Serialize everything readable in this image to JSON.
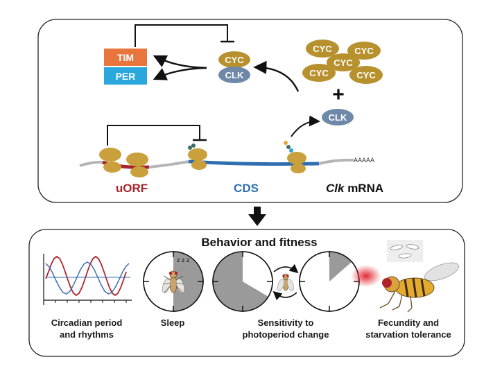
{
  "top_panel": {
    "proteins": {
      "tim": "TIM",
      "per": "PER",
      "cyc": "CYC",
      "clk": "CLK",
      "cyc_pool": [
        "CYC",
        "CYC",
        "CYC",
        "CYC",
        "CYC"
      ],
      "plus": "+",
      "clk_free": "CLK"
    },
    "mrna": {
      "uorf_label": "uORF",
      "cds_label": "CDS",
      "clk_italic": "Clk",
      "mrna_suffix": " mRNA",
      "polya": "AAAAA"
    }
  },
  "bottom_panel": {
    "title": "Behavior and fitness",
    "items": [
      {
        "line1": "Circadian period",
        "line2": "and rhythms"
      },
      {
        "line1": "Sleep",
        "line2": ""
      },
      {
        "line1": "Sensitivity to",
        "line2": "photoperiod change"
      },
      {
        "line1": "Fecundity and",
        "line2": "starvation tolerance"
      }
    ],
    "sleep_z": "z z z"
  },
  "colors": {
    "tim": "#e8763c",
    "per": "#2aa7dc",
    "protein_gold": "#b8912f",
    "clk_blue": "#6e88a8",
    "uorf_red": "#a8242c",
    "cds_blue": "#2f6fb0",
    "ribosome": "#c9a03b",
    "sine_red": "#b0232b",
    "sine_blue": "#3a6fb0"
  }
}
